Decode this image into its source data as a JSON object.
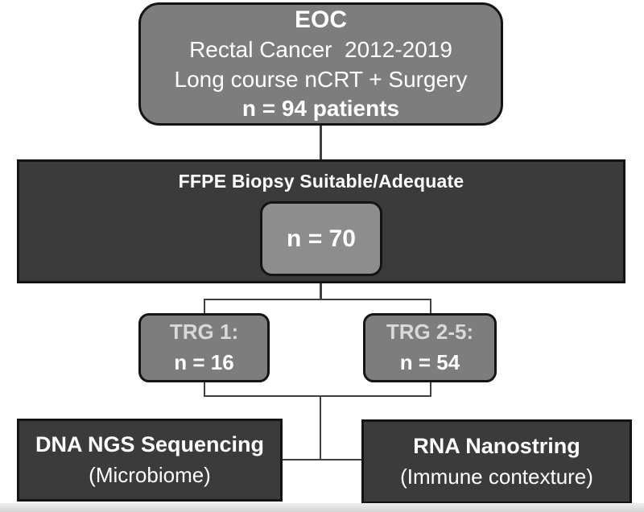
{
  "diagram": {
    "eoc_box": {
      "line1": "EOC",
      "line2": "Rectal Cancer  2012-2019",
      "line3": "Long course nCRT + Surgery",
      "line4": "n = 94 patients"
    },
    "ffpe_box": {
      "title": "FFPE Biopsy Suitable/Adequate",
      "count": "n = 70"
    },
    "trg1_box": {
      "label": "TRG 1:",
      "count": "n = 16"
    },
    "trg25_box": {
      "label": "TRG 2-5:",
      "count": "n = 54"
    },
    "dna_box": {
      "title": "DNA NGS Sequencing",
      "subtitle": "(Microbiome)"
    },
    "rna_box": {
      "title": "RNA Nanostring",
      "subtitle": "(Immune contexture)"
    }
  },
  "colors": {
    "box_gray": "#7d7d7d",
    "box_dark": "#3b3b3b",
    "inner_gray": "#8d8d8d",
    "border_dark": "#141414",
    "line": "#3f3f3f",
    "text_white": "#ffffff",
    "trg_label": "#d9d9d9",
    "strip_top": "#efefef",
    "strip_bottom": "#d3d5d5"
  }
}
